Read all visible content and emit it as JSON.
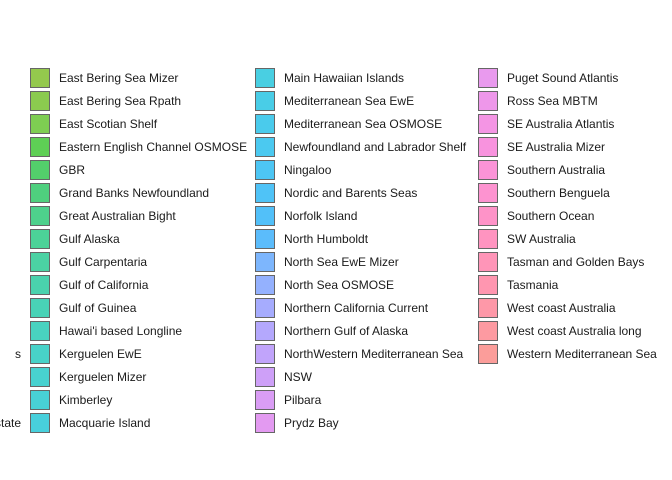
{
  "chart_data": {
    "type": "legend",
    "legend_columns": [
      {
        "entries": [
          {
            "label": "East Bering Sea Mizer",
            "color": "#94c94d"
          },
          {
            "label": "East Bering Sea Rpath",
            "color": "#8bcb4f"
          },
          {
            "label": "East Scotian Shelf",
            "color": "#7ecd52"
          },
          {
            "label": "Eastern English Channel OSMOSE",
            "color": "#5ecf55"
          },
          {
            "label": "GBR",
            "color": "#53cf6b"
          },
          {
            "label": "Grand Banks Newfoundland",
            "color": "#4fd07e"
          },
          {
            "label": "Great Australian Bight",
            "color": "#4ed18c"
          },
          {
            "label": "Gulf Alaska",
            "color": "#4cd298"
          },
          {
            "label": "Gulf Carpentaria",
            "color": "#4bd2a3"
          },
          {
            "label": "Gulf of California",
            "color": "#4ad2ad"
          },
          {
            "label": "Gulf of Guinea",
            "color": "#49d3b7"
          },
          {
            "label": "Hawai'i based Longline",
            "color": "#49d3c0"
          },
          {
            "label": "Kerguelen EwE",
            "color": "#48d2c8"
          },
          {
            "label": "Kerguelen Mizer",
            "color": "#48d2d0"
          },
          {
            "label": "Kimberley",
            "color": "#48d1d6"
          },
          {
            "label": "Macquarie Island",
            "color": "#48d0dc"
          }
        ]
      },
      {
        "entries": [
          {
            "label": "Main Hawaiian Islands",
            "color": "#49cfe2"
          },
          {
            "label": "Mediterranean Sea EwE",
            "color": "#49cde7"
          },
          {
            "label": "Mediterranean Sea OSMOSE",
            "color": "#4acbec"
          },
          {
            "label": "Newfoundland and Labrador Shelf",
            "color": "#4bc9f0"
          },
          {
            "label": "Ningaloo",
            "color": "#4dc6f4"
          },
          {
            "label": "Nordic and Barents Seas",
            "color": "#4fc3f7"
          },
          {
            "label": "Norfolk Island",
            "color": "#52c0f9"
          },
          {
            "label": "North Humboldt",
            "color": "#5bbcfb"
          },
          {
            "label": "North Sea EwE Mizer",
            "color": "#7db6fd"
          },
          {
            "label": "North Sea OSMOSE",
            "color": "#94b1fe"
          },
          {
            "label": "Northern California Current",
            "color": "#a6acfe"
          },
          {
            "label": "Northern Gulf of Alaska",
            "color": "#b4a8fd"
          },
          {
            "label": "NorthWestern Mediterranean Sea",
            "color": "#c1a4fb"
          },
          {
            "label": "NSW",
            "color": "#cea0f8"
          },
          {
            "label": "Pilbara",
            "color": "#da9df5"
          },
          {
            "label": "Prydz Bay",
            "color": "#e39af1"
          }
        ]
      },
      {
        "entries": [
          {
            "label": "Puget Sound Atlantis",
            "color": "#e99aee"
          },
          {
            "label": "Ross Sea MBTM",
            "color": "#ee97ea"
          },
          {
            "label": "SE Australia Atlantis",
            "color": "#f495e4"
          },
          {
            "label": "SE Australia Mizer",
            "color": "#f893de"
          },
          {
            "label": "Southern Australia",
            "color": "#fb93d7"
          },
          {
            "label": "Southern Benguela",
            "color": "#fd93d0"
          },
          {
            "label": "Southern Ocean",
            "color": "#fe93c8"
          },
          {
            "label": "SW Australia",
            "color": "#ff94c0"
          },
          {
            "label": "Tasman and Golden Bays",
            "color": "#ff95b8"
          },
          {
            "label": "Tasmania",
            "color": "#ff96b0"
          },
          {
            "label": "West coast Australia",
            "color": "#fe98a8"
          },
          {
            "label": "West coast Australia long",
            "color": "#fd9aa1"
          },
          {
            "label": "Western Mediterranean Sea",
            "color": "#fb9d9a"
          }
        ]
      }
    ],
    "clipped_fragments": [
      {
        "text": "s",
        "row": 12
      },
      {
        "text": "state",
        "row": 15
      }
    ]
  }
}
